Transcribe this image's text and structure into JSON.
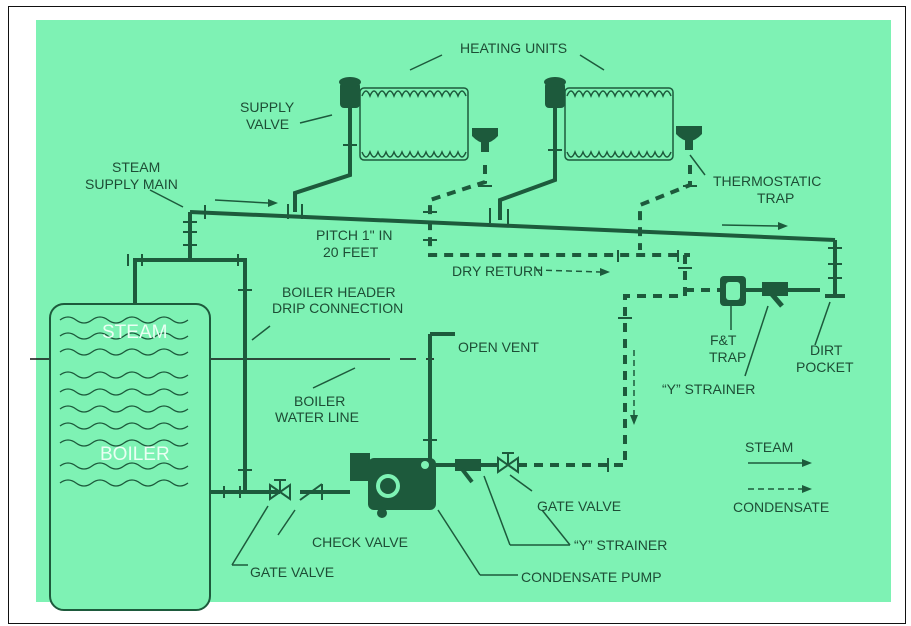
{
  "labels": {
    "heating_units": "HEATING UNITS",
    "supply_valve_1": "SUPPLY",
    "supply_valve_2": "VALVE",
    "steam_main_1": "STEAM",
    "steam_main_2": "SUPPLY MAIN",
    "thermostatic_1": "THERMOSTATIC",
    "thermostatic_2": "TRAP",
    "pitch_1": "PITCH 1\" IN",
    "pitch_2": "20 FEET",
    "dry_return": "DRY RETURN",
    "header_drip_1": "BOILER HEADER",
    "header_drip_2": "DRIP CONNECTION",
    "steam": "STEAM",
    "boiler": "BOILER",
    "open_vent": "OPEN VENT",
    "water_line_1": "BOILER",
    "water_line_2": "WATER LINE",
    "ft_trap_1": "F&T",
    "ft_trap_2": "TRAP",
    "dirt_pocket_1": "DIRT",
    "dirt_pocket_2": "POCKET",
    "y_strainer_upper": "“Y” STRAINER",
    "legend_steam": "STEAM",
    "legend_condensate": "CONDENSATE",
    "gate_valve_right": "GATE VALVE",
    "check_valve": "CHECK VALVE",
    "y_strainer_lower": "“Y” STRAINER",
    "gate_valve_left": "GATE VALVE",
    "condensate_pump": "CONDENSATE PUMP"
  },
  "colors": {
    "background": "#7ef2b4",
    "line": "#1d5a3c"
  }
}
